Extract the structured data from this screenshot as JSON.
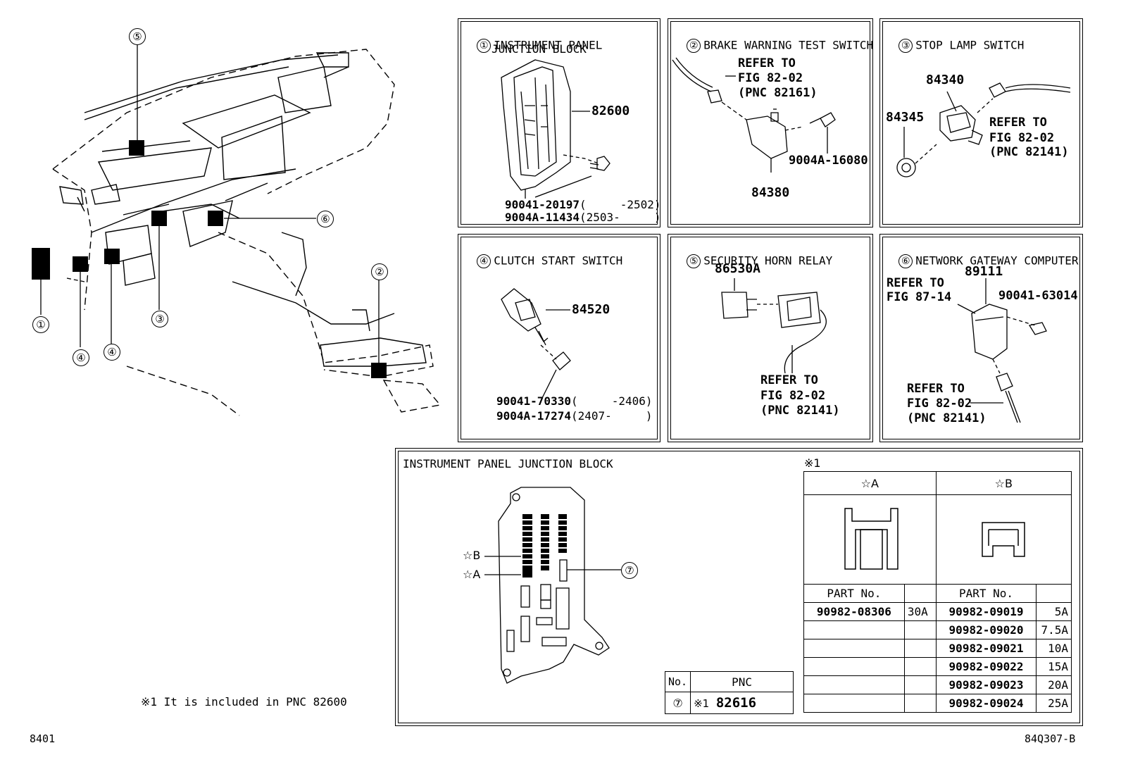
{
  "panels": [
    {
      "num": "①",
      "title": "INSTRUMENT PANEL",
      "title2": "JUNCTION BLOCK"
    },
    {
      "num": "②",
      "title": "BRAKE WARNING TEST SWITCH"
    },
    {
      "num": "③",
      "title": "STOP LAMP SWITCH"
    },
    {
      "num": "④",
      "title": "CLUTCH START SWITCH"
    },
    {
      "num": "⑤",
      "title": "SECURITY HORN RELAY"
    },
    {
      "num": "⑥",
      "title": "NETWORK GATEWAY COMPUTER"
    }
  ],
  "p1": {
    "part": "82600",
    "bolt1": "90041-20197",
    "bolt1_range": "(     -2502)",
    "bolt2": "9004A-11434",
    "bolt2_range": "(2503-     )"
  },
  "p2": {
    "ref1": "REFER TO",
    "ref2": "FIG 82-02",
    "ref3": "(PNC 82161)",
    "screw": "9004A-16080",
    "switch": "84380"
  },
  "p3": {
    "a": "84340",
    "b": "84345",
    "ref1": "REFER TO",
    "ref2": "FIG 82-02",
    "ref3": "(PNC 82141)"
  },
  "p4": {
    "switch": "84520",
    "bolt1": "90041-70330",
    "bolt1_range": "(     -2406)",
    "bolt2": "9004A-17274",
    "bolt2_range": "(2407-     )"
  },
  "p5": {
    "relay": "86530A",
    "ref1": "REFER TO",
    "ref2": "FIG 82-02",
    "ref3": "(PNC 82141)"
  },
  "p6": {
    "computer": "89111",
    "screw": "90041-63014",
    "refa1": "REFER TO",
    "refa2": "FIG 87-14",
    "refb1": "REFER TO",
    "refb2": "FIG 82-02",
    "refb3": "(PNC 82141)"
  },
  "callouts": [
    "⑤",
    "⑥",
    "②",
    "①",
    "④",
    "④",
    "③"
  ],
  "jb": {
    "title": "INSTRUMENT PANEL JUNCTION BLOCK",
    "label_b": "☆B",
    "label_a": "☆A",
    "label_7": "⑦",
    "note_mark": "※1",
    "col_a": "☆A",
    "col_b": "☆B",
    "part_header": "PART No.",
    "rows": [
      {
        "pa": "90982-08306",
        "aa": "30A",
        "pb": "90982-09019",
        "ab": "5A"
      },
      {
        "pa": "",
        "aa": "",
        "pb": "90982-09020",
        "ab": "7.5A"
      },
      {
        "pa": "",
        "aa": "",
        "pb": "90982-09021",
        "ab": "10A"
      },
      {
        "pa": "",
        "aa": "",
        "pb": "90982-09022",
        "ab": "15A"
      },
      {
        "pa": "",
        "aa": "",
        "pb": "90982-09023",
        "ab": "20A"
      },
      {
        "pa": "",
        "aa": "",
        "pb": "90982-09024",
        "ab": "25A"
      }
    ],
    "pnc_table": {
      "h_no": "No.",
      "h_pnc": "PNC",
      "no": "⑦",
      "mark": "※1",
      "pnc": "82616"
    }
  },
  "footnote": "※1 It is included in PNC 82600",
  "page_left": "8401",
  "page_right": "84Q307-B"
}
